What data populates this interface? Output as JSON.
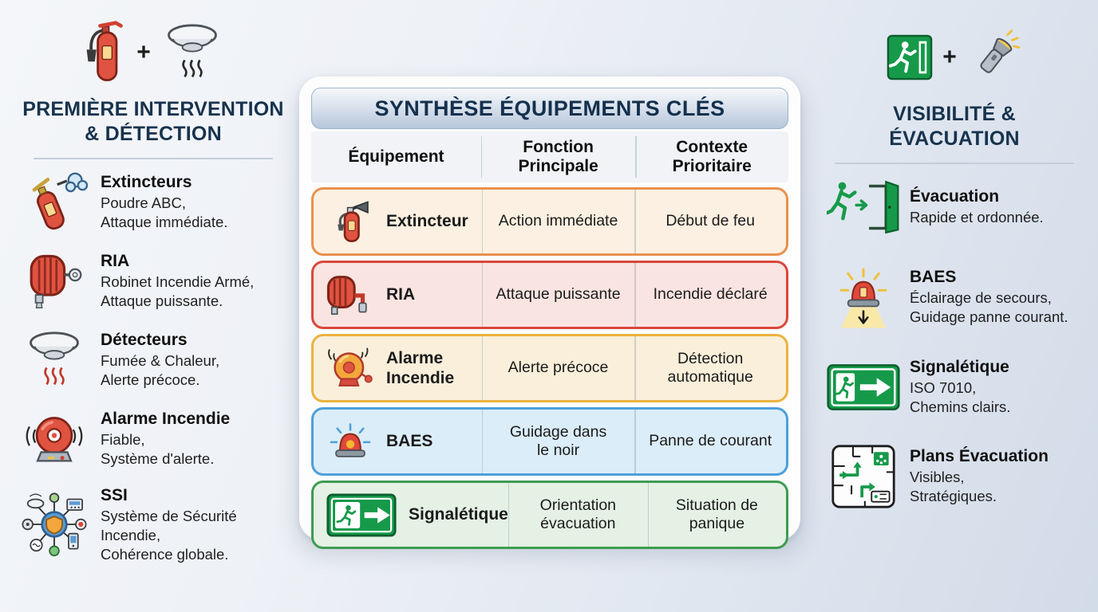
{
  "left_panel": {
    "header_icons": {
      "first": "fire-extinguisher-icon",
      "plus": "+",
      "second": "smoke-detector-icon"
    },
    "title": "PREMIÈRE INTERVENTION\n& DÉTECTION",
    "items": [
      {
        "icon": "fire-extinguisher-spray-icon",
        "title": "Extincteurs",
        "desc": "Poudre ABC,\nAttaque immédiate."
      },
      {
        "icon": "fire-hose-reel-icon",
        "title": "RIA",
        "desc": "Robinet Incendie Armé,\nAttaque puissante."
      },
      {
        "icon": "smoke-detector-heat-icon",
        "title": "Détecteurs",
        "desc": "Fumée & Chaleur,\nAlerte précoce."
      },
      {
        "icon": "alarm-bell-icon",
        "title": "Alarme Incendie",
        "desc": "Fiable,\nSystème d'alerte."
      },
      {
        "icon": "ssi-network-icon",
        "title": "SSI",
        "desc": "Système de Sécurité\nIncendie,\nCohérence globale."
      }
    ]
  },
  "table": {
    "title": "SYNTHÈSE ÉQUIPEMENTS CLÉS",
    "columns": [
      "Équipement",
      "Fonction\nPrincipale",
      "Contexte\nPrioritaire"
    ],
    "rows": [
      {
        "icon": "fire-extinguisher-icon",
        "equipment": "Extincteur",
        "fonction": "Action immédiate",
        "contexte": "Début de feu",
        "accent": "#E8914D",
        "fill": "#FBF0E1"
      },
      {
        "icon": "fire-hose-reel-icon",
        "equipment": "RIA",
        "fonction": "Attaque puissante",
        "contexte": "Incendie déclaré",
        "accent": "#D8483C",
        "fill": "#F9E4E1"
      },
      {
        "icon": "alarm-bell-icon",
        "equipment": "Alarme\nIncendie",
        "fonction": "Alerte précoce",
        "contexte": "Détection\nautomatique",
        "accent": "#ECB23F",
        "fill": "#F9EFDA"
      },
      {
        "icon": "emergency-beacon-icon",
        "equipment": "BAES",
        "fonction": "Guidage dans\nle noir",
        "contexte": "Panne de courant",
        "accent": "#4E9FD9",
        "fill": "#DBEDF8"
      },
      {
        "icon": "exit-sign-icon",
        "equipment": "Signalétique",
        "fonction": "Orientation\névacuation",
        "contexte": "Situation de\npanique",
        "accent": "#3E9B51",
        "fill": "#E4F1E4"
      }
    ]
  },
  "right_panel": {
    "header_icons": {
      "first": "exit-sign-icon",
      "plus": "+",
      "second": "flashlight-icon"
    },
    "title": "VISIBILITÉ &\nÉVACUATION",
    "items": [
      {
        "icon": "evacuation-door-icon",
        "title": "Évacuation",
        "desc": "Rapide et ordonnée."
      },
      {
        "icon": "baes-emergency-light-icon",
        "title": "BAES",
        "desc": "Éclairage de secours,\nGuidage panne courant."
      },
      {
        "icon": "exit-sign-arrow-icon",
        "title": "Signalétique",
        "desc": "ISO 7010,\nChemins clairs."
      },
      {
        "icon": "evacuation-plan-icon",
        "title": "Plans Évacuation",
        "desc": "Visibles,\nStratégiques."
      }
    ]
  },
  "colors": {
    "title_navy": "#17334E",
    "exit_green": "#169A4A",
    "alarm_red": "#E05340",
    "header_gradient_top": "#F6F9FC",
    "header_gradient_bottom": "#B7C7DB"
  }
}
